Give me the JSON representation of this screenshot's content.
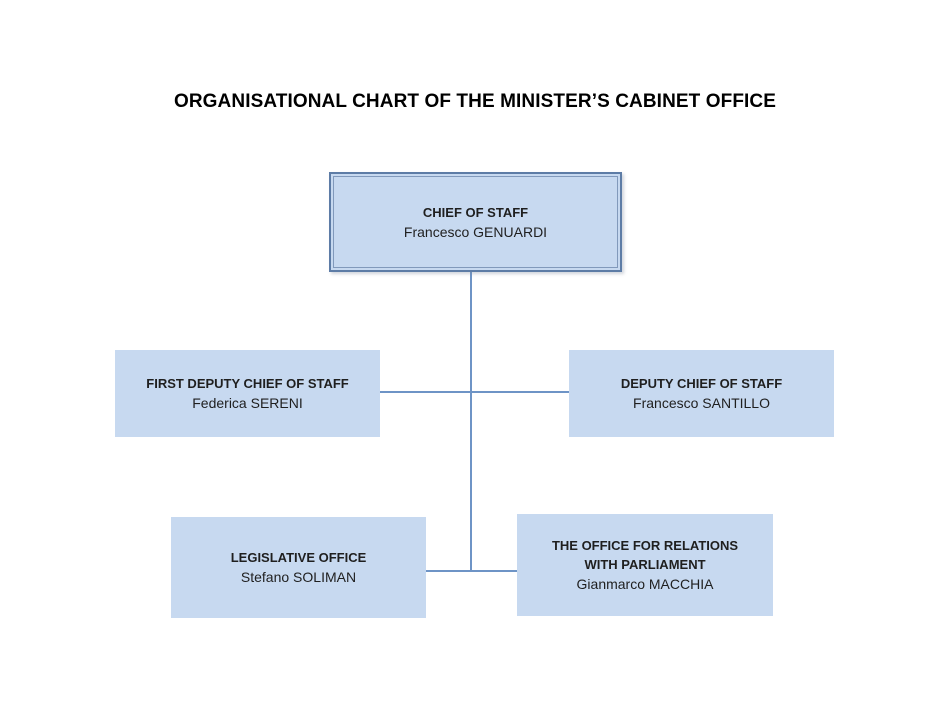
{
  "title": "ORGANISATIONAL CHART OF THE MINISTER’S CABINET OFFICE",
  "colors": {
    "background": "#ffffff",
    "box_fill": "#c7d9f0",
    "box_outer_border": "#5d7ca6",
    "box_inner_border": "#8199bb",
    "connector_line": "#6e94c6",
    "title_text": "#000000",
    "box_text": "#1f1f1f"
  },
  "nodes": {
    "chief_of_staff": {
      "role": "CHIEF OF STAFF",
      "person": "Francesco GENUARDI"
    },
    "first_deputy_chief_of_staff": {
      "role": "FIRST DEPUTY CHIEF OF STAFF",
      "person": "Federica SERENI"
    },
    "deputy_chief_of_staff": {
      "role": "DEPUTY CHIEF OF STAFF",
      "person": "Francesco SANTILLO"
    },
    "legislative_office": {
      "role": "LEGISLATIVE OFFICE",
      "person": "Stefano SOLIMAN"
    },
    "office_for_relations_with_parliament": {
      "role": "THE OFFICE FOR RELATIONS WITH PARLIAMENT",
      "person": "Gianmarco MACCHIA"
    }
  }
}
